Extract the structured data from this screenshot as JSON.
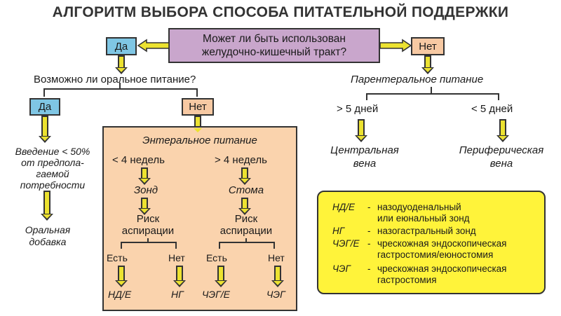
{
  "title": "АЛГОРИТМ ВЫБОРА СПОСОБА ПИТАТЕЛЬНОЙ ПОДДЕРЖКИ",
  "question_main": {
    "line1": "Может ли быть использован",
    "line2": "желудочно-кишечный тракт?"
  },
  "yes": "Да",
  "no": "Нет",
  "question_oral": "Возможно ли оральное питание?",
  "left_branch": {
    "intro": [
      "Введение < 50%",
      "от предпола-",
      "гаемой",
      "потребности"
    ],
    "supplement": [
      "Оральная",
      "добавка"
    ]
  },
  "enteral": {
    "title": "Энтеральное питание",
    "less": "< 4 недель",
    "more": "> 4 недель",
    "tube": "Зонд",
    "stoma": "Стома",
    "risk": [
      "Риск",
      "аспирации"
    ],
    "has": "Есть",
    "none": "Нет",
    "results": [
      "НД/Е",
      "НГ",
      "ЧЭГ/Е",
      "ЧЭГ"
    ]
  },
  "parenteral": {
    "title": "Парентеральное питание",
    "more": "> 5 дней",
    "less": "< 5 дней",
    "central": [
      "Центральная",
      "вена"
    ],
    "peripheral": [
      "Периферическая",
      "вена"
    ]
  },
  "legend": [
    {
      "key": "НД/Е",
      "value": "назодуоденальный\nили еюнальный зонд"
    },
    {
      "key": "НГ",
      "value": "назогастральный зонд"
    },
    {
      "key": "ЧЭГ/Е",
      "value": "чрескожная эндоскопическая\nгастростомия/еюностомия"
    },
    {
      "key": "ЧЭГ",
      "value": "чрескожная эндоскопическая\nгастростомия"
    }
  ],
  "colors": {
    "question": "#c9a6cc",
    "yes_tag": "#7fc6e4",
    "no_tag": "#f7c9a3",
    "enteral_box": "#fad3ad",
    "legend_box": "#fff33a",
    "arrow": "#ece230"
  }
}
